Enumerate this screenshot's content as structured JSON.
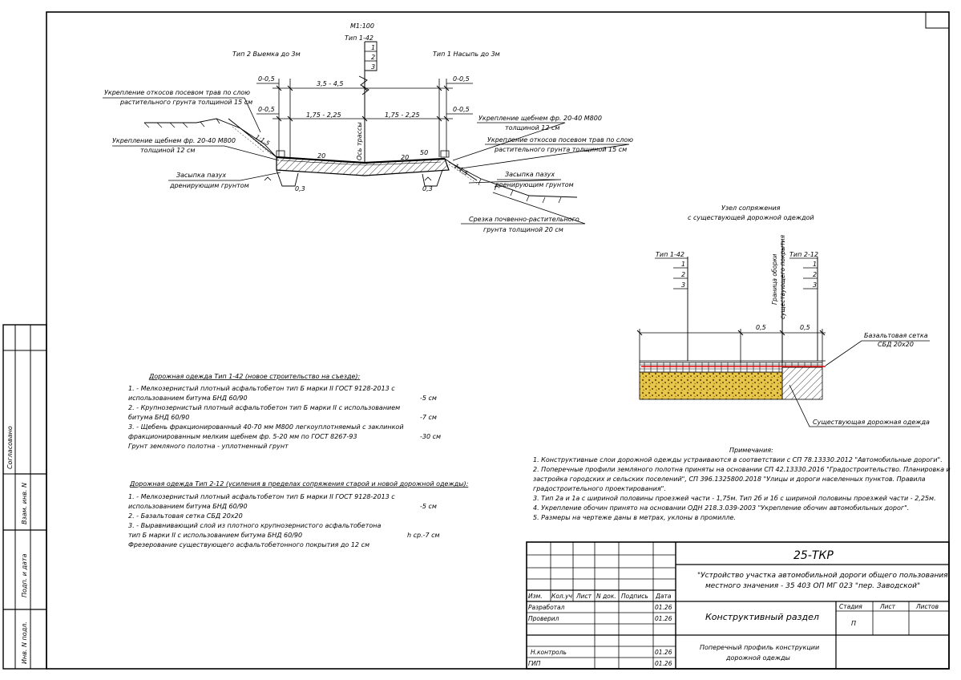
{
  "scale": "М1:100",
  "profile": {
    "type_center": "Тип 1-42",
    "layer_nums": [
      "1",
      "2",
      "3"
    ],
    "left_title": "Тип 2 Выемка до 3м",
    "right_title": "Тип 1 Насыпь до 3м",
    "dim_top": "3,5 - 4,5",
    "dim_left": "1,75 - 2,25",
    "dim_right": "1,75 - 2,25",
    "elev_ll": "0-0,5",
    "elev_lr": "0-0,5",
    "elev_ml": "0-0,5",
    "elev_mr": "0-0,5",
    "axis": "Ось трассы",
    "slope_l": "20",
    "slope_r": "20",
    "slope_r2": "50",
    "ratio_l": "1:1,5",
    "ratio_r": "1:1,5",
    "depth_l": "0,3",
    "depth_r": "0,3",
    "left_notes": [
      {
        "l1": "Укрепление откосов посевом трав по слою",
        "l2": "растительного грунта толщиной 15 см"
      },
      {
        "l1": "Укрепление щебнем фр. 20-40 М800",
        "l2": "толщиной 12 см"
      },
      {
        "l1": "Засыпка пазух",
        "l2": "дренирующим грунтом"
      }
    ],
    "right_notes": [
      {
        "l1": "Укрепление щебнем фр. 20-40 М800",
        "l2": "толщиной 12 см"
      },
      {
        "l1": "Укрепление откосов посевом трав по слою",
        "l2": "растительного грунта толщиной 15 см"
      },
      {
        "l1": "Засыпка пазух",
        "l2": "дренирующим грунтом"
      },
      {
        "l1": "Срезка почвенно-растительного",
        "l2": "грунта толщиной 20 см"
      }
    ]
  },
  "node": {
    "title1": "Узел сопряжения",
    "title2": "с существующей дорожной одеждой",
    "type_left": "Тип 1-42",
    "type_right": "Тип 2-12",
    "nums": [
      "1",
      "2",
      "3"
    ],
    "boundary1": "Граница оборки",
    "boundary2": "существующего покрытия",
    "dim1": "0,5",
    "dim2": "0,5",
    "mesh1": "Базальтовая сетка",
    "mesh2": "СБД 20х20",
    "existing": "Существующая дорожная одежда"
  },
  "pavement1": {
    "title": "Дорожная одежда Тип 1-42 (новое строительство на съезде):",
    "lines": [
      {
        "text": "1. - Мелкозернистый плотный асфальтобетон тип Б марки II ГОСТ 9128-2013 с",
        "val": ""
      },
      {
        "text": "использованием битума БНД 60/90",
        "val": "-5 см"
      },
      {
        "text": "2. - Крупнозернистый плотный асфальтобетон тип Б марки II с использованием",
        "val": ""
      },
      {
        "text": "битума БНД 60/90",
        "val": "-7 см"
      },
      {
        "text": "3. - Щебень фракционированный 40-70 мм М800 легкоуплотняемый с заклинкой",
        "val": ""
      },
      {
        "text": "фракционированным мелким щебнем фр. 5-20 мм по ГОСТ 8267-93",
        "val": "-30 см"
      },
      {
        "text": "Грунт земляного полотна - уплотненный грунт",
        "val": ""
      }
    ]
  },
  "pavement2": {
    "title": "Дорожная одежда Тип 2-12 (усиления в пределах сопряжения старой и новой дорожной одежды):",
    "lines": [
      {
        "text": "1. - Мелкозернистый плотный асфальтобетон тип Б марки II ГОСТ 9128-2013 с",
        "val": ""
      },
      {
        "text": "использованием битума БНД 60/90",
        "val": "-5 см"
      },
      {
        "text": "2. - Базальтовая сетка СБД 20х20",
        "val": ""
      },
      {
        "text": "3. - Выравнивающий слой из плотного крупнозернистого асфальтобетона",
        "val": ""
      },
      {
        "text": "тип Б марки II с использованием битума БНД 60/90",
        "val": "h ср.-7 см"
      },
      {
        "text": "Фрезерование существующего асфальтобетонного покрытия до 12 см",
        "val": ""
      }
    ]
  },
  "notes": {
    "title": "Примечания:",
    "lines": [
      "1. Конструктивные слои дорожной одежды устраиваются в соответствии с СП 78.13330.2012 \"Автомобильные дороги\".",
      "2. Поперечные профили земляного полотна приняты на основании СП 42.13330.2016 \"Градостроительство. Планировка и",
      "застройка городских и сельских поселений\", СП 396.1325800.2018 \"Улицы и дороги населенных пунктов. Правила",
      "градостроительного проектирования\".",
      "3. Тип 2а и 1а с шириной половины проезжей части - 1,75м. Тип 2б и 1б с шириной половины проезжей части - 2,25м.",
      "4. Укрепление обочин принято на основании ОДН 218.3.039-2003 \"Укрепление обочин автомобильных дорог\".",
      "5. Размеры на чертеже даны в метрах, уклоны в промилле."
    ]
  },
  "side": {
    "agreed": "Согласовано",
    "inv_replace": "Взам. инв. N",
    "sign_date": "Подп. и дата",
    "inv_orig": "Инв. N подл."
  },
  "stamp": {
    "code": "25-ТКР",
    "project1": "\"Устройство участка автомобильной дороги общего пользования",
    "project2": "местного значения - 35 403 ОП МГ 023 \"пер. Заводской\"",
    "col_headers": [
      "Изм.",
      "Кол.уч",
      "Лист",
      "N док.",
      "Подпись",
      "Дата"
    ],
    "rows": [
      {
        "role": "Разработал",
        "date": "01.26"
      },
      {
        "role": "Проверил",
        "date": "01.26"
      },
      {
        "role": "",
        "date": ""
      },
      {
        "role": "",
        "date": ""
      },
      {
        "role": "Н.контроль",
        "date": "01.26"
      },
      {
        "role": "ГИП",
        "date": "01.26"
      }
    ],
    "section": "Конструктивный раздел",
    "stage_h": "Стадия",
    "sheet_h": "Лист",
    "sheets_h": "Листов",
    "stage": "П",
    "drawing1": "Поперечный профиль конструкции",
    "drawing2": "дорожной одежды"
  }
}
